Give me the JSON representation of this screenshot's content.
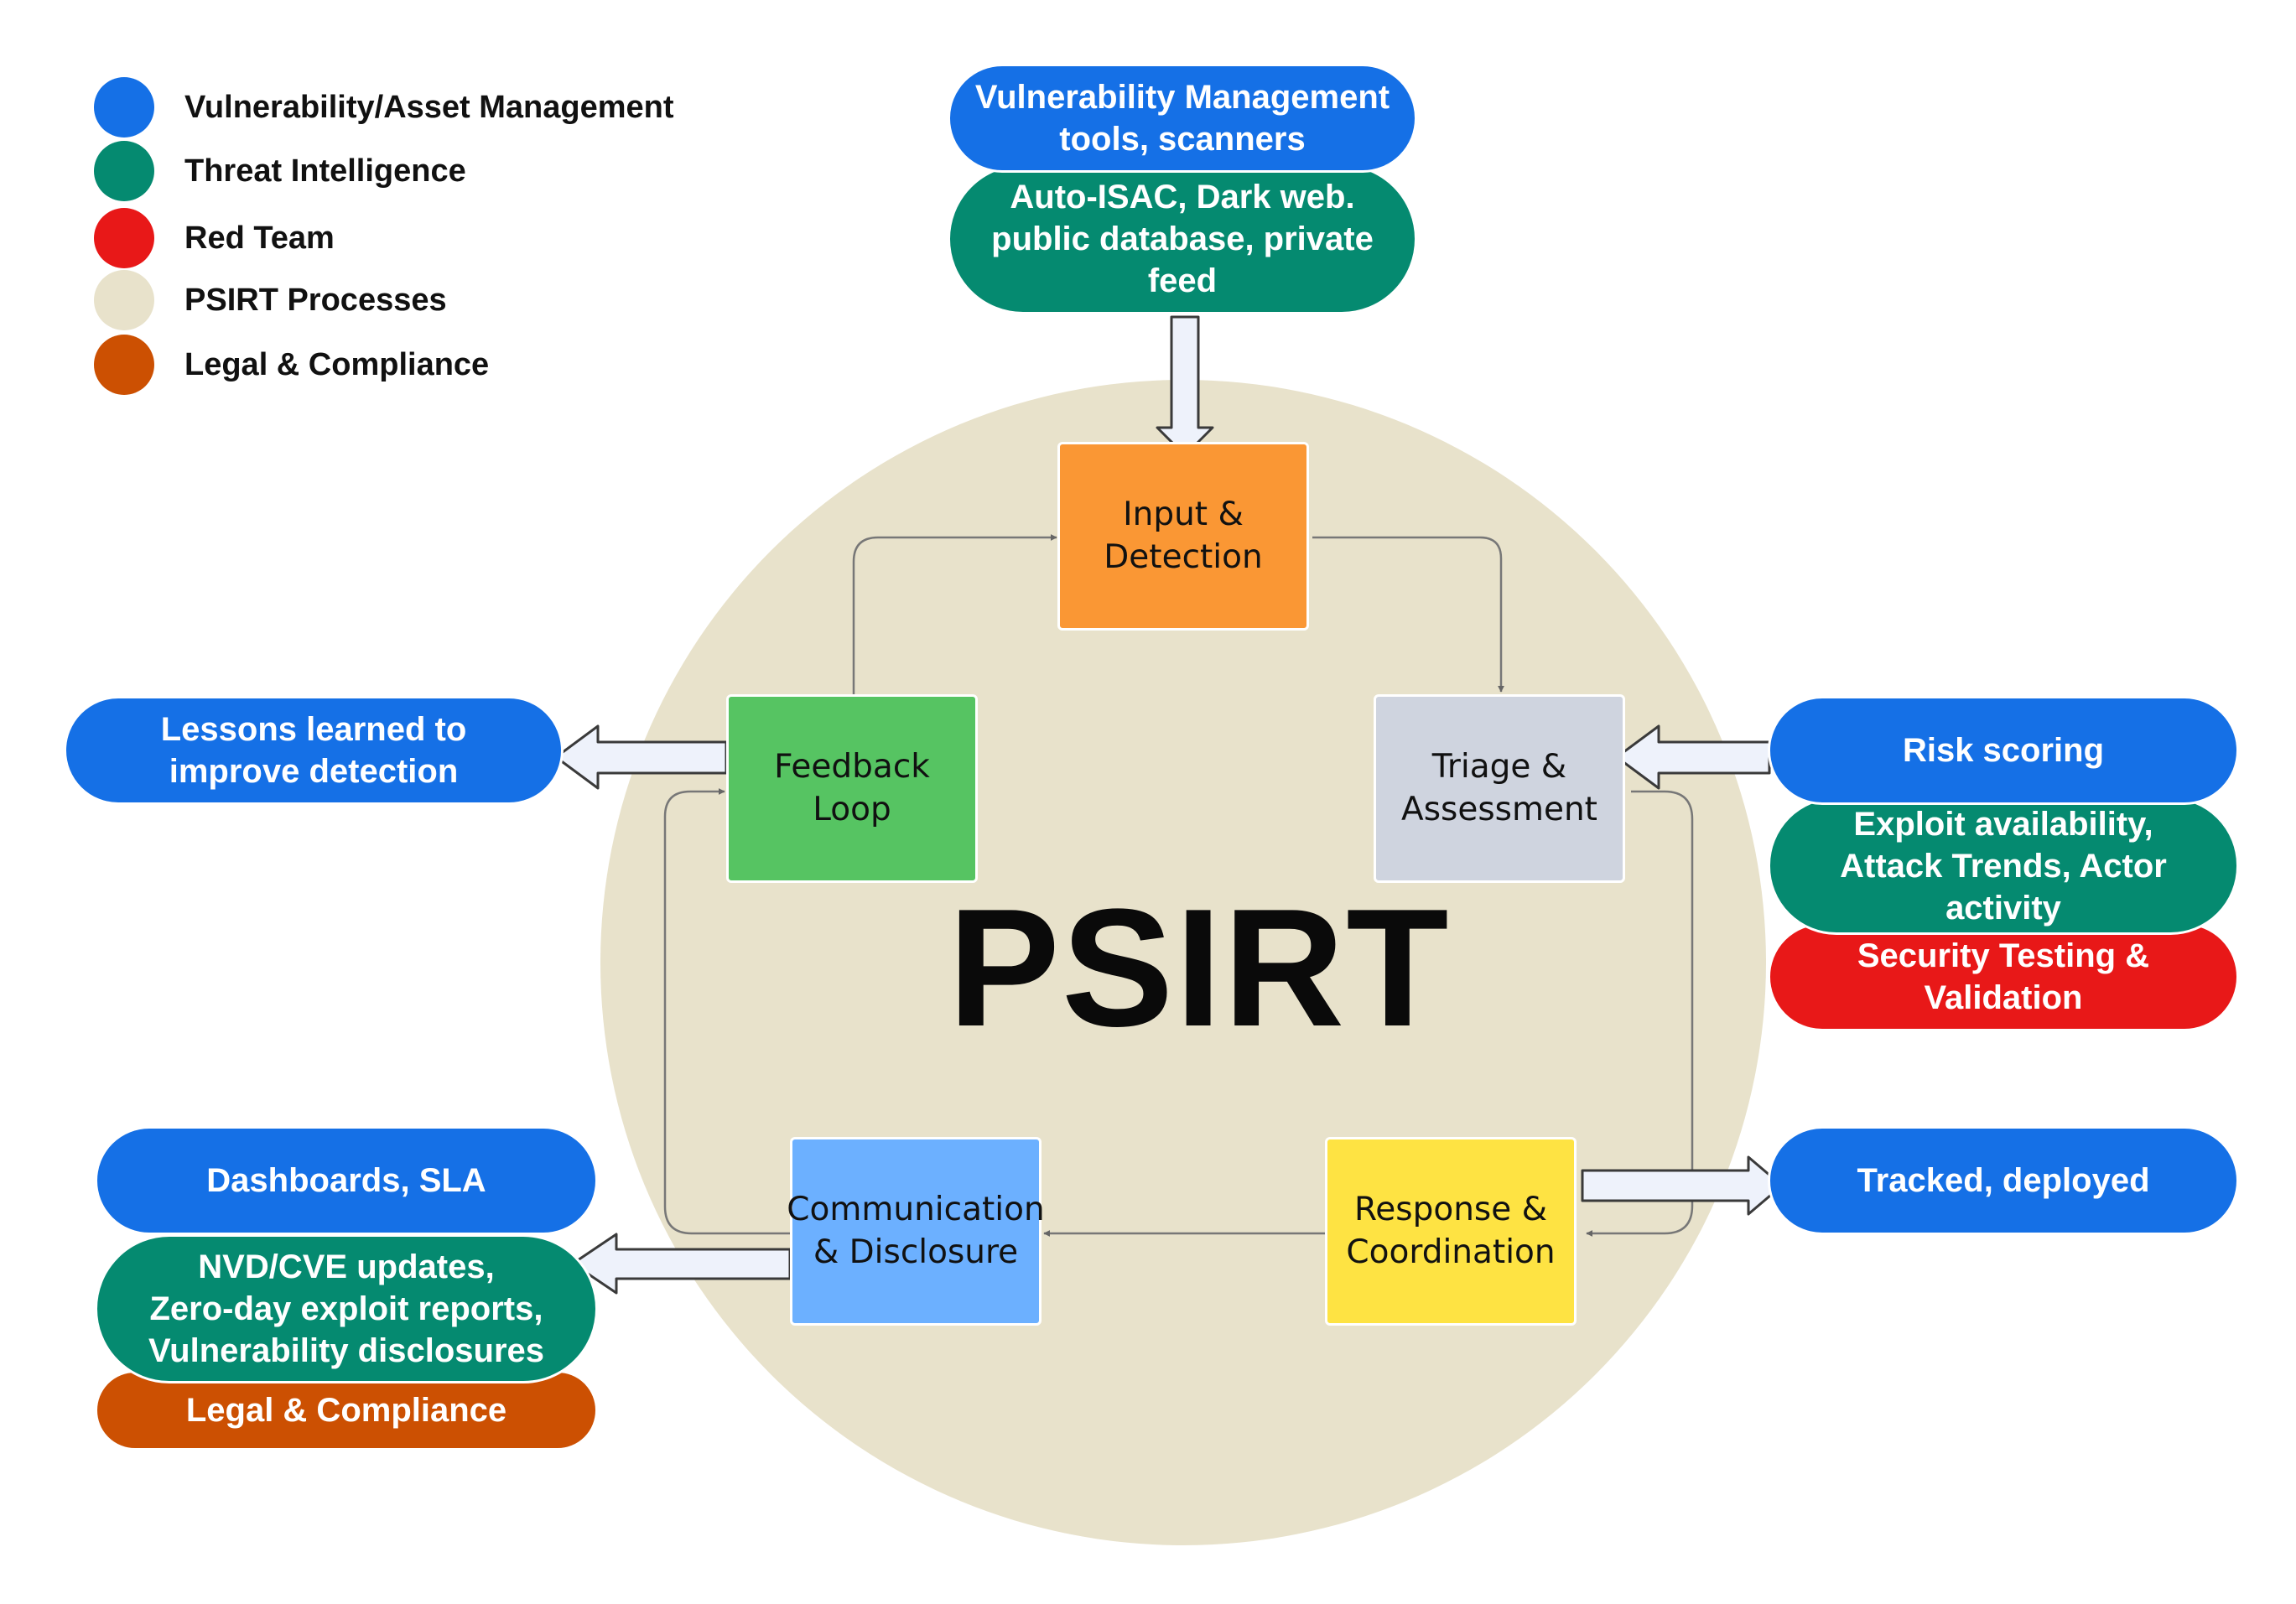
{
  "colors": {
    "vuln_blue": "#1570e6",
    "threat_green": "#058a70",
    "red_team": "#e81818",
    "psirt_beige": "#e8e2cb",
    "legal_orange": "#cc5002",
    "input_orange": "#fa9734",
    "triage_gray": "#cfd4df",
    "response_yellow": "#fee343",
    "comm_blue": "#6cb0ff",
    "feedback_green": "#56c462"
  },
  "legend": [
    {
      "label": "Vulnerability/Asset Management",
      "color": "#1570e6"
    },
    {
      "label": "Threat Intelligence",
      "color": "#058a70"
    },
    {
      "label": "Red Team",
      "color": "#e81818"
    },
    {
      "label": "PSIRT Processes",
      "color": "#e8e2cb"
    },
    {
      "label": "Legal & Compliance",
      "color": "#cc5002"
    }
  ],
  "title": "PSIRT",
  "processes": {
    "input": "Input &\nDetection",
    "triage": "Triage &\nAssessment",
    "response": "Response &\nCoordination",
    "communication": "Communication\n& Disclosure",
    "feedback": "Feedback\nLoop"
  },
  "pills": {
    "vuln_tools": "Vulnerability Management\ntools, scanners",
    "threat_feeds": "Auto-ISAC, Dark web.\npublic database, private\nfeed",
    "lessons": "Lessons learned to\nimprove detection",
    "risk_scoring": "Risk scoring",
    "exploit_availability": "Exploit availability,\nAttack Trends, Actor\nactivity",
    "security_testing": "Security Testing &\nValidation",
    "tracked_deployed": "Tracked, deployed",
    "dashboards": "Dashboards, SLA",
    "nvd_updates": "NVD/CVE updates,\nZero-day exploit reports,\nVulnerability disclosures",
    "legal": "Legal & Compliance"
  }
}
